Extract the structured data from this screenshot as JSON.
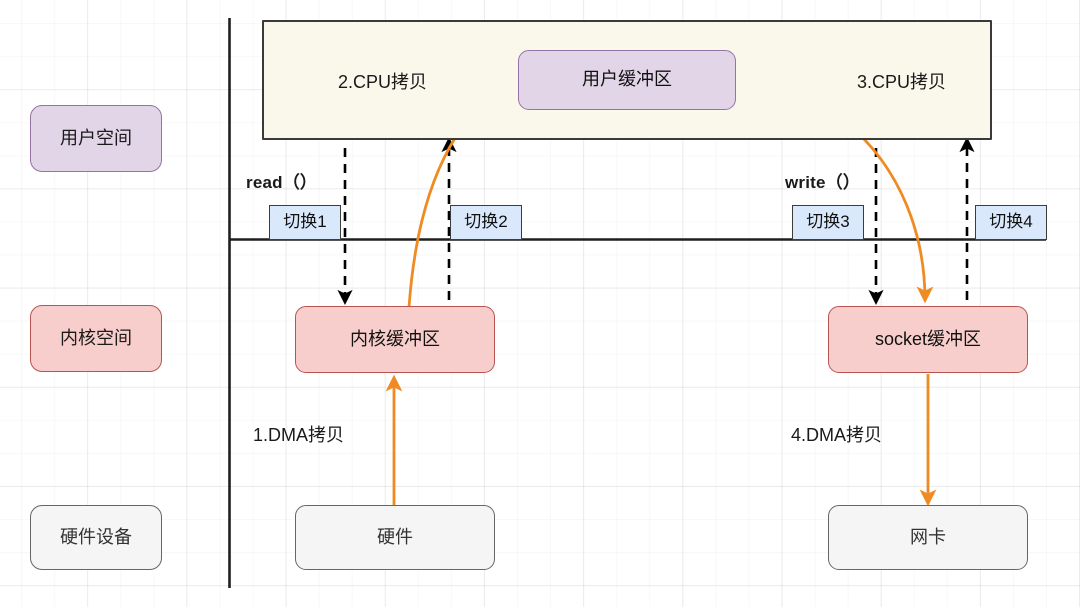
{
  "diagram": {
    "title": "traditional-io-copy-flow",
    "colors": {
      "accent_orange": "#ef8b22",
      "user_fill": "#e1d5e7",
      "user_stroke": "#9673a6",
      "kernel_fill": "#f8cecc",
      "kernel_stroke": "#b85450",
      "hardware_fill": "#f5f5f5",
      "hardware_stroke": "#666666",
      "switch_fill": "#dae8fc",
      "switch_stroke": "#3c3c3c",
      "banner_fill": "#faf7eb",
      "banner_stroke": "#3a3a3a",
      "dashed_arrow": "#000000"
    },
    "legend": [
      {
        "id": "user-space",
        "label": "用户空间"
      },
      {
        "id": "kernel-space",
        "label": "内核空间"
      },
      {
        "id": "hardware-device",
        "label": "硬件设备"
      }
    ],
    "banner": {
      "left_step_label": "2.CPU拷贝",
      "right_step_label": "3.CPU拷贝",
      "buffer_label": "用户缓冲区"
    },
    "syscalls": [
      {
        "id": "read",
        "label": "read（）"
      },
      {
        "id": "write",
        "label": "write（）"
      }
    ],
    "switches": [
      {
        "id": "switch-1",
        "label": "切换1"
      },
      {
        "id": "switch-2",
        "label": "切换2"
      },
      {
        "id": "switch-3",
        "label": "切换3"
      },
      {
        "id": "switch-4",
        "label": "切换4"
      }
    ],
    "kernel_nodes": [
      {
        "id": "kernel-buffer",
        "label": "内核缓冲区"
      },
      {
        "id": "socket-buffer",
        "label": "socket缓冲区"
      }
    ],
    "dma_labels": [
      {
        "id": "dma-1",
        "label": "1.DMA拷贝"
      },
      {
        "id": "dma-4",
        "label": "4.DMA拷贝"
      }
    ],
    "hardware_nodes": [
      {
        "id": "disk",
        "label": "硬件"
      },
      {
        "id": "nic",
        "label": "网卡"
      }
    ]
  }
}
